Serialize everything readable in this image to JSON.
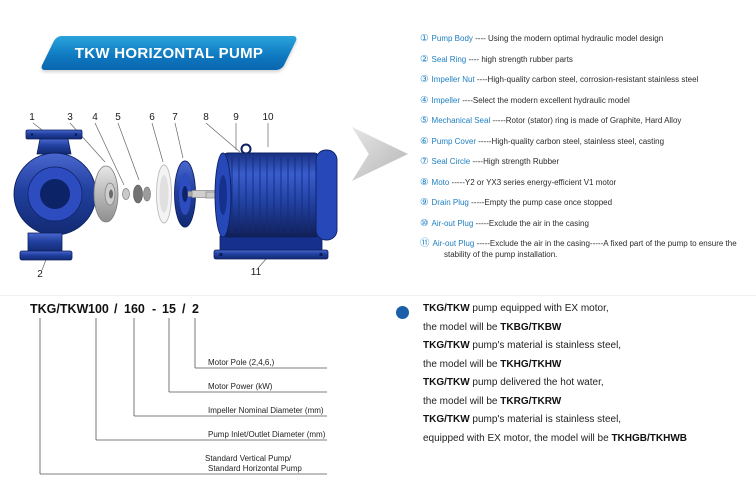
{
  "banner": {
    "title": "TKW HORIZONTAL PUMP"
  },
  "diagram": {
    "callouts_top": [
      "1",
      "3",
      "4",
      "5",
      "6",
      "7",
      "8",
      "9",
      "10"
    ],
    "callout_bottom_left": "2",
    "callout_bottom_right": "11"
  },
  "parts": [
    {
      "num": "①",
      "name": "Pump Body",
      "desc": " ---- Using the modern optimal hydraulic model design"
    },
    {
      "num": "②",
      "name": "Seal Ring",
      "desc": " ---- high strength rubber parts"
    },
    {
      "num": "③",
      "name": "Impeller Nut",
      "desc": " ----High-quality carbon steel, corrosion-resistant stainless steel"
    },
    {
      "num": "④",
      "name": "Impeller",
      "desc": " ----Select the modern excellent hydraulic model"
    },
    {
      "num": "⑤",
      "name": "Mechanical Seal",
      "desc": " -----Rotor (stator) ring is made of Graphite, Hard Alloy"
    },
    {
      "num": "⑥",
      "name": "Pump Cover",
      "desc": " -----High-quality carbon steel, stainless steel, casting"
    },
    {
      "num": "⑦",
      "name": "Seal Circle",
      "desc": " ----High strength Rubber"
    },
    {
      "num": "⑧",
      "name": "Moto",
      "desc": " -----Y2 or YX3 series energy-efficient V1 motor"
    },
    {
      "num": "⑨",
      "name": "Drain Plug",
      "desc": " -----Empty the pump case once stopped"
    },
    {
      "num": "⑩",
      "name": "Air-out Plug",
      "desc": " -----Exclude the air in the casing"
    },
    {
      "num": "⑪",
      "name": "Air-out Plug",
      "desc": " -----Exclude the air in the casing-----A fixed part of the pump to ensure the stability of the pump installation."
    }
  ],
  "model_code": {
    "series": "TKG/TKW",
    "inlet": "100",
    "slash1": "/",
    "diameter": "160",
    "dash": "-",
    "power": "15",
    "slash2": "/",
    "pole": "2",
    "labels": {
      "pole": "Motor Pole (2,4,6,)",
      "power": "Motor Power  (kW)",
      "diameter": "Impeller Nominal Diameter (mm)",
      "inlet": "Pump Inlet/Outlet Diameter (mm)",
      "series_line1": "Standard Vertical Pump/",
      "series_line2": "Standard  Horizontal Pump"
    }
  },
  "notes": [
    {
      "pre": "TKG/TKW",
      "mid": " pump equipped with EX motor,",
      "post": ""
    },
    {
      "pre": "",
      "mid": "the model will be ",
      "post": "TKBG/TKBW"
    },
    {
      "pre": "TKG/TKW",
      "mid": " pump's material is stainless steel,",
      "post": ""
    },
    {
      "pre": "",
      "mid": "the model will be ",
      "post": "TKHG/TKHW"
    },
    {
      "pre": "TKG/TKW",
      "mid": " pump delivered the hot water,",
      "post": ""
    },
    {
      "pre": "",
      "mid": "the model will be ",
      "post": "TKRG/TKRW"
    },
    {
      "pre": "TKG/TKW",
      "mid": " pump's material is stainless steel,",
      "post": ""
    },
    {
      "pre": "",
      "mid": "equipped with EX motor, the model will be ",
      "post": "TKHGB/TKHWB"
    }
  ],
  "colors": {
    "accent_blue": "#1e7fc1",
    "banner_blue": "#0e78c0",
    "pump_blue": "#21409f",
    "note_bullet": "#1b5ea9"
  }
}
